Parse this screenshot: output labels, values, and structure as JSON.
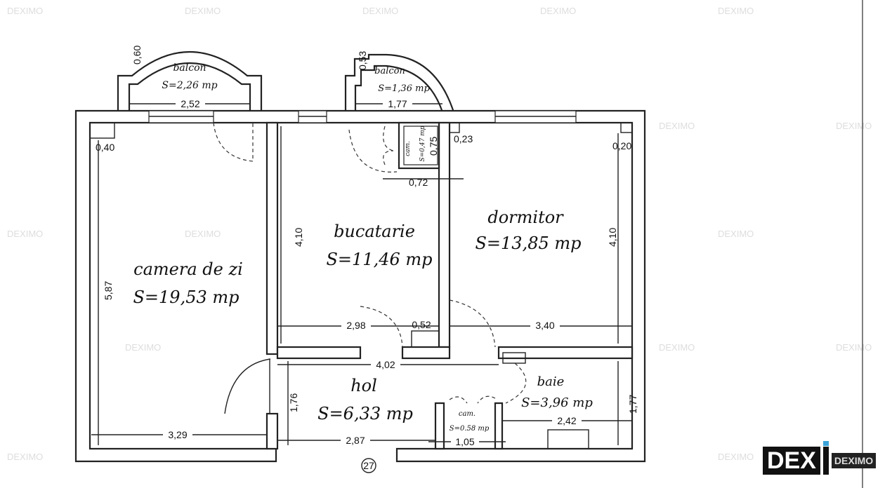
{
  "watermark": "DEXIMO",
  "rooms": {
    "balcon1": {
      "name": "balcon",
      "area": "S=2,26 mp"
    },
    "balcon2": {
      "name": "balcon",
      "area": "S=1,36 mp"
    },
    "camera": {
      "name": "camera de zi",
      "area": "S=19,53 mp"
    },
    "bucatarie": {
      "name": "bucatarie",
      "area": "S=11,46 mp"
    },
    "dormitor": {
      "name": "dormitor",
      "area": "S=13,85 mp"
    },
    "hol": {
      "name": "hol",
      "area": "S=6,33 mp"
    },
    "baie": {
      "name": "baie",
      "area": "S=3,96 mp"
    },
    "cam1": {
      "name": "cam.",
      "area": "S=0,47 mp"
    },
    "cam2": {
      "name": "cam.",
      "area": "S=0.58 mp"
    }
  },
  "dims": {
    "d060": "0,60",
    "d252": "2,52",
    "d053": "0,53",
    "d177a": "1,77",
    "d075": "0,75",
    "d072": "0,72",
    "d040": "0,40",
    "d023": "0,23",
    "d020": "0,20",
    "d587": "5,87",
    "d410a": "4,10",
    "d410b": "4,10",
    "d298": "2,98",
    "d052": "0,52",
    "d340": "3,40",
    "d402": "4,02",
    "d176": "1,76",
    "d177b": "1,77",
    "d242": "2,42",
    "d329": "3,29",
    "d287": "2,87",
    "d105": "1,05"
  },
  "apartment_number": "27",
  "logo": {
    "main": "DEX",
    "small": "DEXIMO"
  }
}
